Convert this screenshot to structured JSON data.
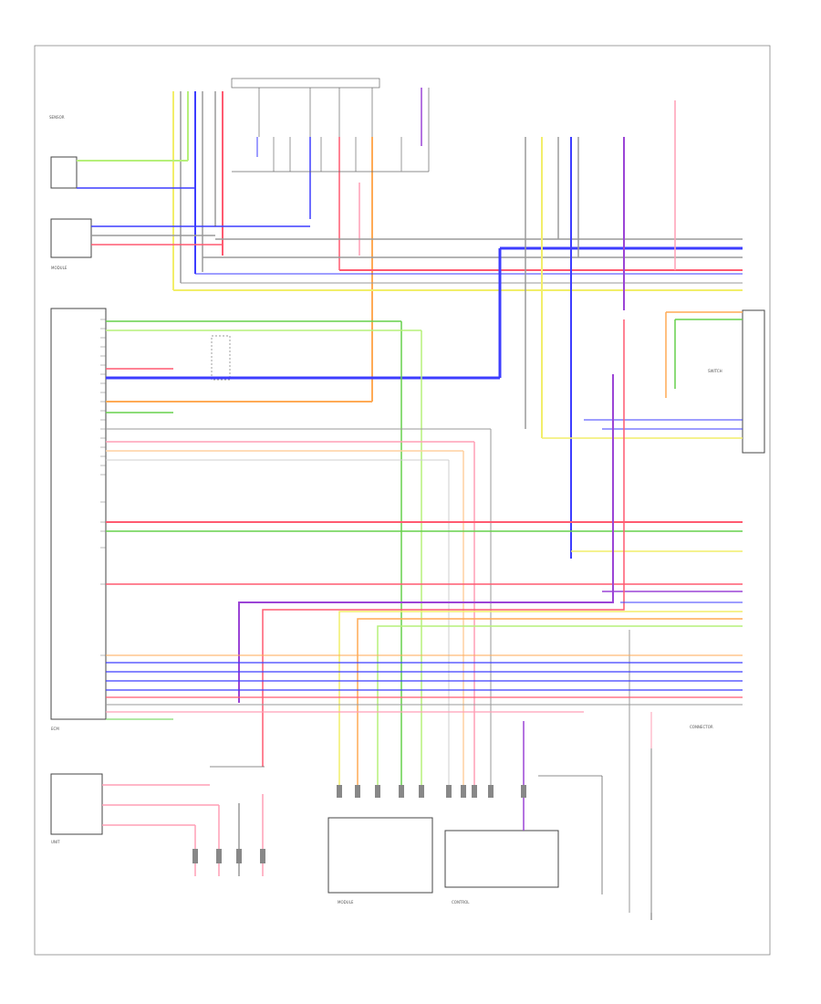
{
  "figure_number": "",
  "components": [
    {
      "id": "ecm",
      "label": ""
    },
    {
      "id": "clutch_sensor",
      "label": ""
    },
    {
      "id": "ecm_left",
      "label": ""
    },
    {
      "id": "instrument",
      "label": ""
    },
    {
      "id": "eb_center",
      "label": ""
    },
    {
      "id": "eb_right",
      "label": ""
    },
    {
      "id": "right_connector",
      "label": ""
    },
    {
      "id": "right_panel",
      "label": ""
    }
  ],
  "colors": {
    "green": "#66d04c",
    "lightgreen": "#b6f07a",
    "blue": "#3d3dff",
    "red": "#ff5a70",
    "pink": "#ff9fb6",
    "orange": "#ffaa55",
    "yellow": "#f2ee6a",
    "purple": "#9b44d6",
    "gray": "#9a9a9a",
    "black": "#333333"
  }
}
